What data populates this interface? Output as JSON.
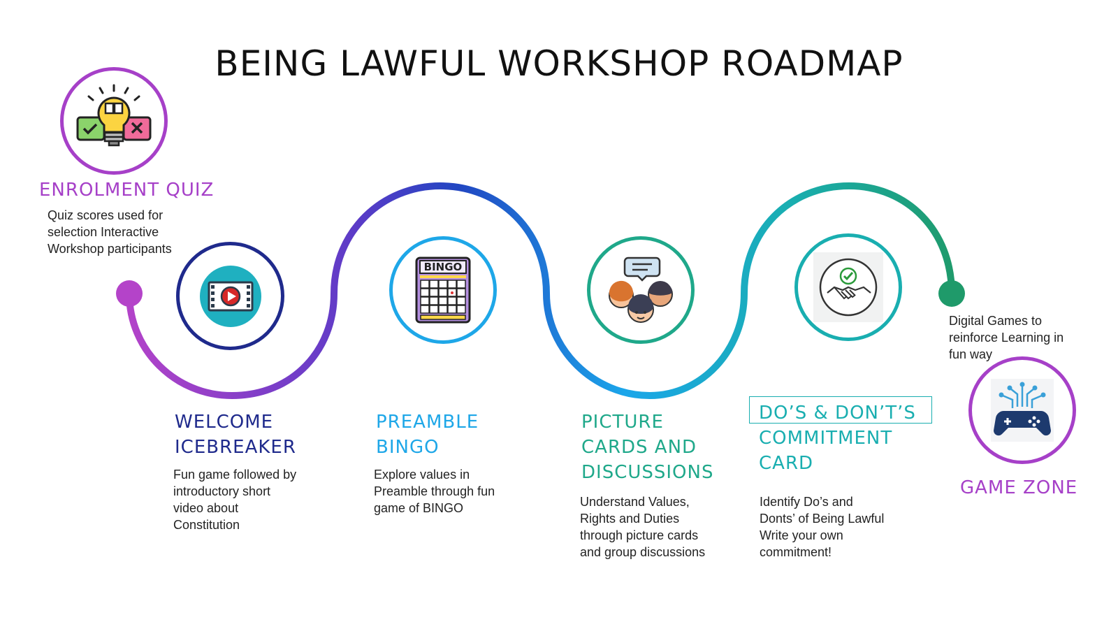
{
  "title": "BEING LAWFUL WORKSHOP ROADMAP",
  "colors": {
    "purple": "#a640c8",
    "navy": "#1f2a8c",
    "blue": "#1ea7e8",
    "teal": "#1fa88a",
    "green": "#1e9a6e"
  },
  "steps": [
    {
      "heading": "ENROLMENT QUIZ",
      "description": "Quiz scores used for\nselection  Interactive\nWorkshop participants",
      "icon": "lightbulb-quiz-icon"
    },
    {
      "heading_lines": [
        "WELCOME",
        "ICEBREAKER"
      ],
      "description": "Fun game followed by\nintroductory short\nvideo about\nConstitution",
      "icon": "video-play-icon"
    },
    {
      "heading_lines": [
        "PREAMBLE",
        "BINGO"
      ],
      "description": "Explore values in\nPreamble through fun\ngame of BINGO",
      "icon": "bingo-card-icon",
      "icon_text": "BINGO"
    },
    {
      "heading_lines": [
        "PICTURE",
        "CARDS AND",
        "DISCUSSIONS"
      ],
      "description": "Understand Values,\nRights and Duties\nthrough picture cards\nand group discussions",
      "icon": "group-discussion-icon"
    },
    {
      "heading_lines": [
        "DO’S & DON’T’S",
        "COMMITMENT",
        "CARD"
      ],
      "description": "Identify Do’s and\nDonts’ of Being Lawful\nWrite your own\ncommitment!",
      "icon": "handshake-check-icon"
    },
    {
      "heading": "GAME ZONE",
      "description": "Digital Games to\nreinforce Learning in\nfun way",
      "icon": "game-controller-icon"
    }
  ]
}
